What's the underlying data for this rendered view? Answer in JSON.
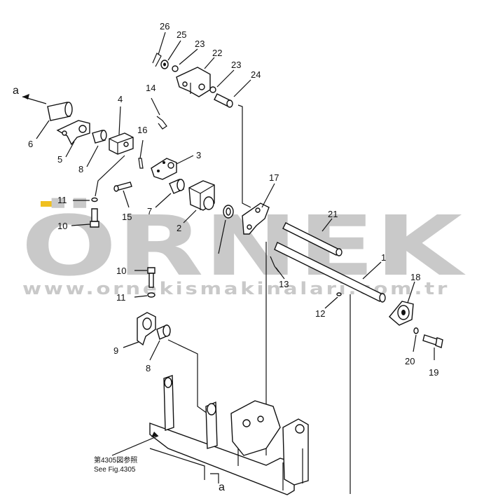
{
  "watermark": {
    "brand": "ÖRNEK",
    "url": "www.ornekismakinalari.com.tr",
    "color": "#c9c9c9",
    "accent": "#f0c020"
  },
  "labels": {
    "n26": "26",
    "n25": "25",
    "n23a": "23",
    "n22": "22",
    "n23b": "23",
    "n24": "24",
    "a_top": "a",
    "n14": "14",
    "n4": "4",
    "n16": "16",
    "n3": "3",
    "n6": "6",
    "n5": "5",
    "n8a": "8",
    "n17": "17",
    "n11a": "11",
    "n10a": "10",
    "n15": "15",
    "n7": "7",
    "n2": "2",
    "n21": "21",
    "n1": "1",
    "n13": "13",
    "n18": "18",
    "n10b": "10",
    "n11b": "11",
    "n12": "12",
    "n9": "9",
    "n8b": "8",
    "n20": "20",
    "n19": "19",
    "a_bottom": "a"
  },
  "note": {
    "line1": "第4305図参照",
    "line2": "See Fig.4305"
  }
}
